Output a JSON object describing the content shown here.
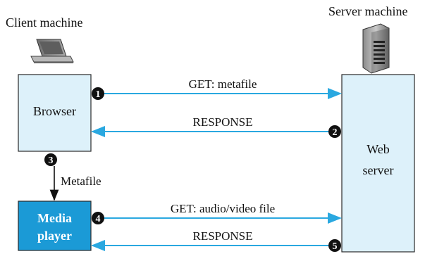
{
  "diagram": {
    "client_label": "Client machine",
    "server_label": "Server machine",
    "browser_label": "Browser",
    "media_player_label_line1": "Media",
    "media_player_label_line2": "player",
    "web_server_label_line1": "Web",
    "web_server_label_line2": "server",
    "metafile_label": "Metafile",
    "steps": [
      {
        "number": "1",
        "label": "GET: metafile"
      },
      {
        "number": "2",
        "label": "RESPONSE"
      },
      {
        "number": "3",
        "label": "Metafile"
      },
      {
        "number": "4",
        "label": "GET: audio/video file"
      },
      {
        "number": "5",
        "label": "RESPONSE"
      }
    ]
  },
  "colors": {
    "box_fill": "#DDF1FA",
    "box_stroke": "#2A2A2A",
    "media_player_fill": "#1B9AD6",
    "arrow": "#2AA8E0",
    "badge": "#111111"
  },
  "icons": {
    "client": "laptop-icon",
    "server": "server-tower-icon"
  }
}
